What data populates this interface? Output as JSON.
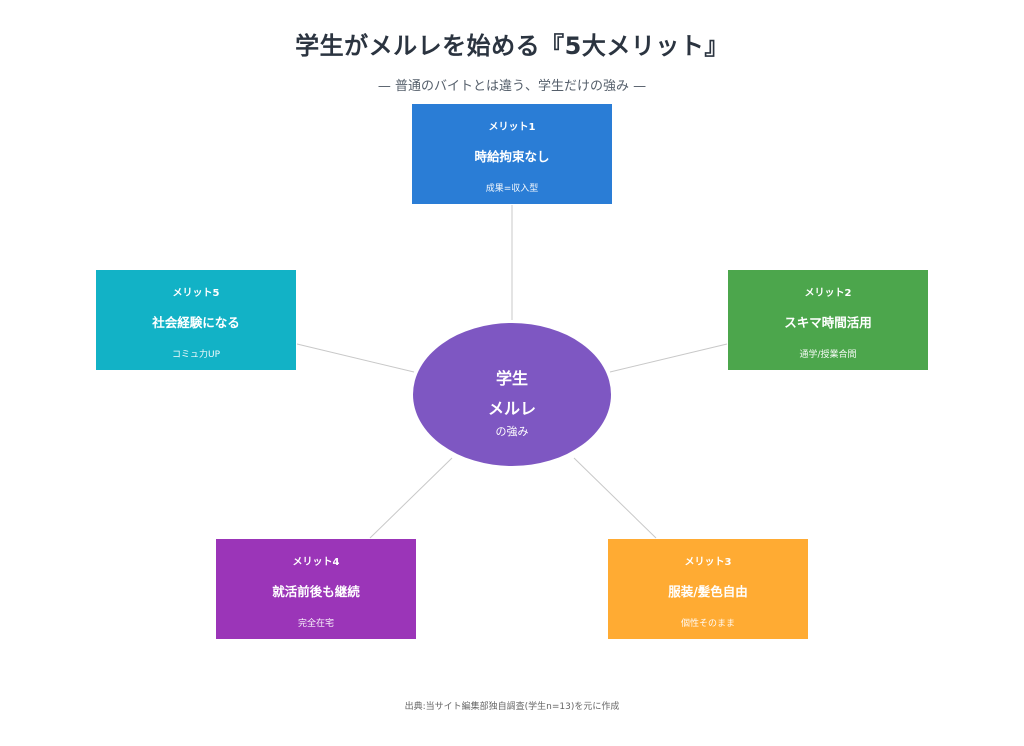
{
  "title": "学生がメルレを始める『5大メリット』",
  "subtitle": "— 普通のバイトとは違う、学生だけの強み —",
  "center": {
    "line1": "学生",
    "line2": "メルレ",
    "line3": "の強み",
    "color": "#7e57c2"
  },
  "merits": [
    {
      "label": "メリット1",
      "title": "時給拘束なし",
      "sub": "成果=収入型",
      "color": "#2a7dd6"
    },
    {
      "label": "メリット2",
      "title": "スキマ時間活用",
      "sub": "通学/授業合間",
      "color": "#4ca64c"
    },
    {
      "label": "メリット3",
      "title": "服装/髪色自由",
      "sub": "個性そのまま",
      "color": "#ffab33"
    },
    {
      "label": "メリット4",
      "title": "就活前後も継続",
      "sub": "完全在宅",
      "color": "#9b35b8"
    },
    {
      "label": "メリット5",
      "title": "社会経験になる",
      "sub": "コミュ力UP",
      "color": "#12b2c6"
    }
  ],
  "footer": "出典:当サイト編集部独自調査(学生n=13)を元に作成",
  "connector_color": "#c8c8c8"
}
